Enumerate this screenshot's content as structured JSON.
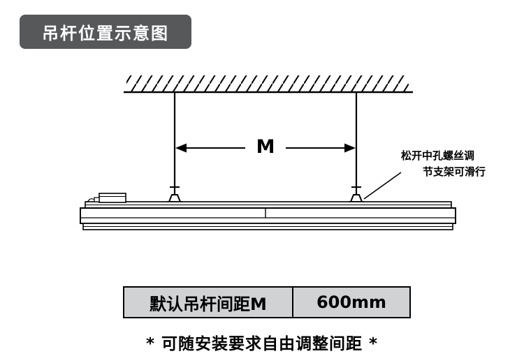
{
  "title": "吊杆位置示意图",
  "diagram": {
    "dimension_label": "M",
    "annotation": {
      "line1": "松开中孔螺丝调",
      "line2": "节支架可滑行"
    }
  },
  "spec_table": {
    "label": "默认吊杆间距M",
    "value": "600mm"
  },
  "footnote": "* 可随安装要求自由调整间距 *",
  "colors": {
    "badge_bg": "#57585a",
    "badge_text": "#ffffff",
    "table_bg": "#d0d2d3",
    "line": "#000000",
    "background": "#ffffff"
  }
}
